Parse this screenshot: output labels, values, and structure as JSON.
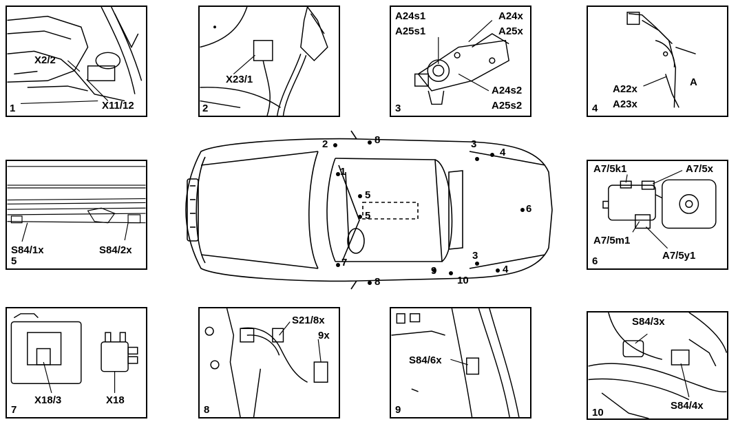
{
  "panels": [
    {
      "number": "1",
      "labels": [
        "X2/2",
        "X11/12"
      ]
    },
    {
      "number": "2",
      "labels": [
        "X23/1"
      ]
    },
    {
      "number": "3",
      "labels": [
        "A24s1",
        "A25s1",
        "A24x",
        "A25x",
        "A24s2",
        "A25s2"
      ]
    },
    {
      "number": "4",
      "labels": [
        "A22x",
        "A23x",
        "A"
      ]
    },
    {
      "number": "5",
      "labels": [
        "S84/1x",
        "S84/2x"
      ]
    },
    {
      "number": "6",
      "labels": [
        "A7/5k1",
        "A7/5x",
        "A7/5m1",
        "A7/5y1"
      ]
    },
    {
      "number": "7",
      "labels": [
        "X18/3",
        "X18"
      ]
    },
    {
      "number": "8",
      "labels": [
        "S21/8x",
        "9x"
      ]
    },
    {
      "number": "9",
      "labels": [
        "S84/6x"
      ]
    },
    {
      "number": "10",
      "labels": [
        "S84/3x",
        "S84/4x"
      ]
    }
  ],
  "car_callouts": [
    "1",
    "2",
    "3",
    "3",
    "4",
    "4",
    "5",
    "5",
    "6",
    "7",
    "8",
    "8",
    "9",
    "10"
  ]
}
